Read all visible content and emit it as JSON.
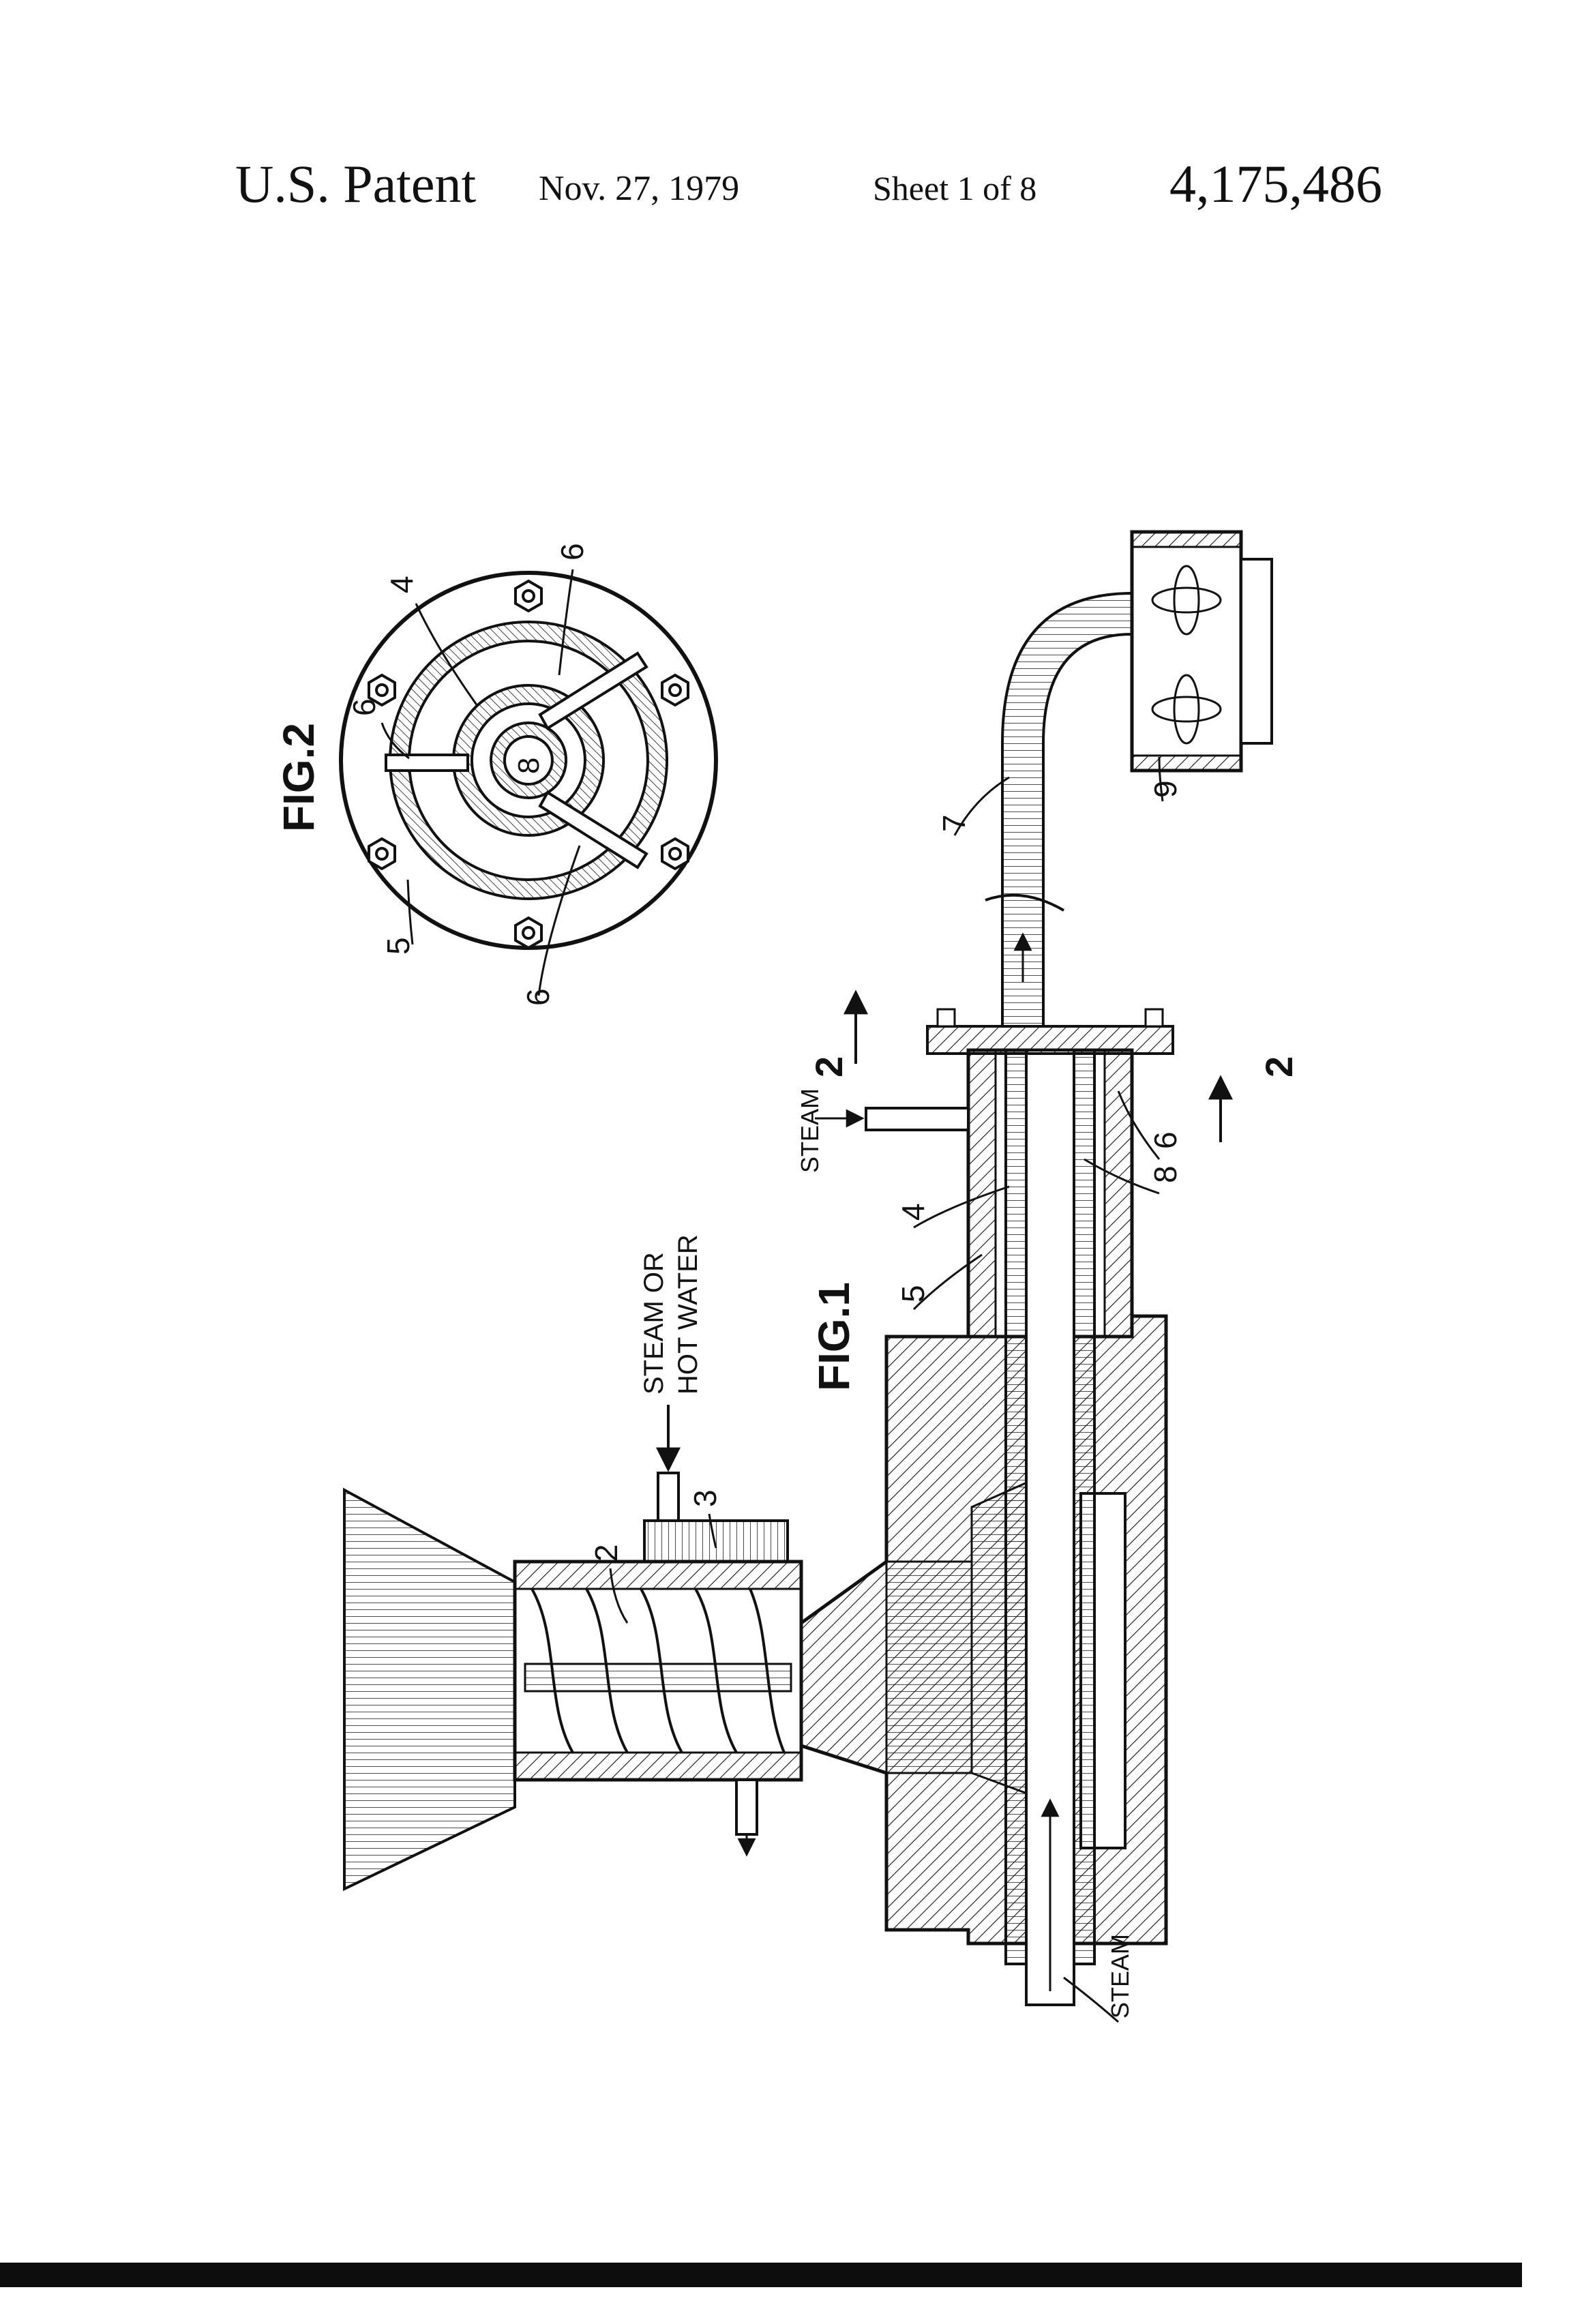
{
  "header": {
    "title": "U.S. Patent",
    "date": "Nov. 27, 1979",
    "sheet": "Sheet 1 of 8",
    "patent_number": "4,175,486"
  },
  "fig1": {
    "label": "FIG.1",
    "labels": {
      "steam_or_hot_water_line1": "STEAM OR",
      "steam_or_hot_water_line2": "HOT WATER",
      "steam_top": "STEAM",
      "steam_bottom": "STEAM",
      "section_mark_top": "2",
      "section_mark_bottom": "2"
    },
    "reference_numerals": {
      "screw": "2",
      "jacket": "3",
      "inner_tube": "4",
      "outer_tube": "5",
      "spacer": "6",
      "pipe": "7",
      "core": "8",
      "fan_housing": "9"
    }
  },
  "fig2": {
    "label": "FIG.2",
    "reference_numerals": {
      "inner_tube": "4",
      "outer_tube": "5",
      "spacer_top": "6",
      "spacer_left": "6",
      "spacer_bottom": "6",
      "core": "8"
    }
  },
  "colors": {
    "ink": "#111111",
    "paper": "#ffffff"
  }
}
